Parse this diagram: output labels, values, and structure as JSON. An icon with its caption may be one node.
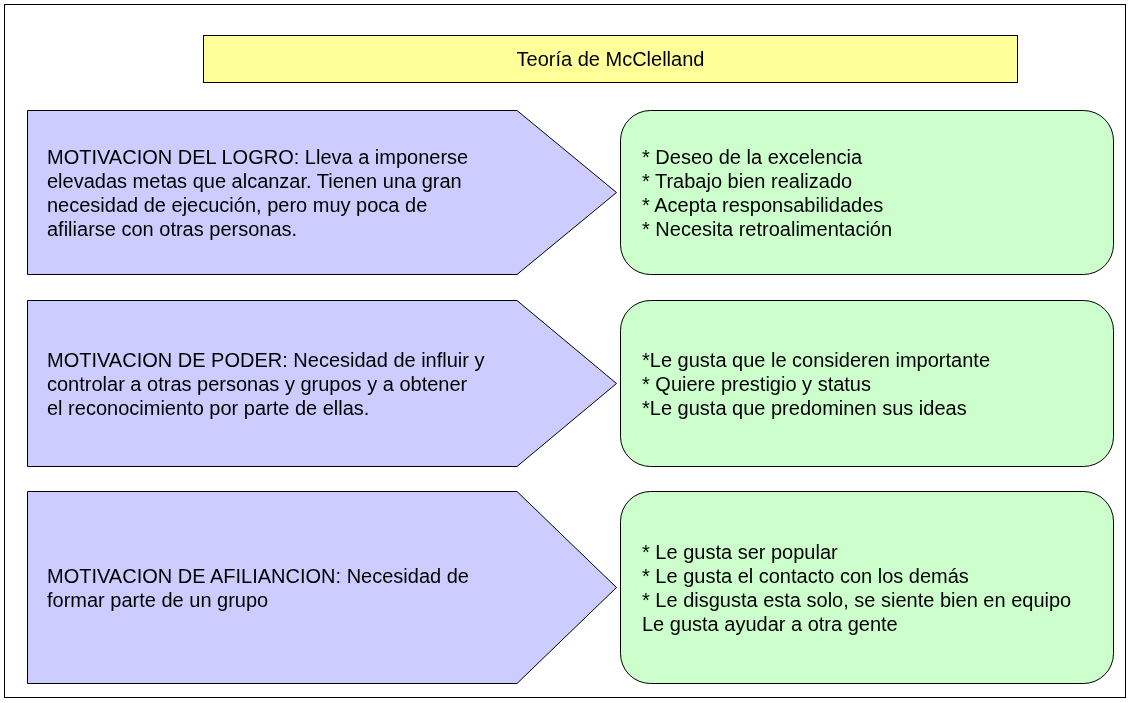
{
  "diagram": {
    "nodes": [
      {
        "text": [
          "Teoría de McClelland"
        ]
      },
      {
        "text": [
          "MOTIVACION DEL LOGRO: Lleva a imponerse elevadas metas que alcanzar. Tienen una gran necesidad de ejecución, pero muy poca de afiliarse con otras personas."
        ]
      },
      {
        "text": [
          "* Deseo de la excelencia",
          "* Trabajo bien realizado",
          "* Acepta responsabilidades",
          "* Necesita retroalimentación"
        ]
      },
      {
        "text": [
          "MOTIVACION DE PODER: Necesidad de influir y controlar a otras personas y grupos y a obtener el reconocimiento por parte de ellas."
        ]
      },
      {
        "text": [
          "*Le gusta que le consideren importante",
          "* Quiere prestigio y status",
          "*Le gusta que predominen sus ideas"
        ]
      },
      {
        "text": [
          "MOTIVACION DE AFILIANCION: Necesidad de formar parte de un grupo"
        ]
      },
      {
        "text": [
          "* Le gusta ser popular",
          "* Le gusta el contacto con los demás",
          "* Le disgusta esta solo, se siente bien en equipo",
          "Le gusta ayudar a otra gente"
        ]
      }
    ]
  }
}
